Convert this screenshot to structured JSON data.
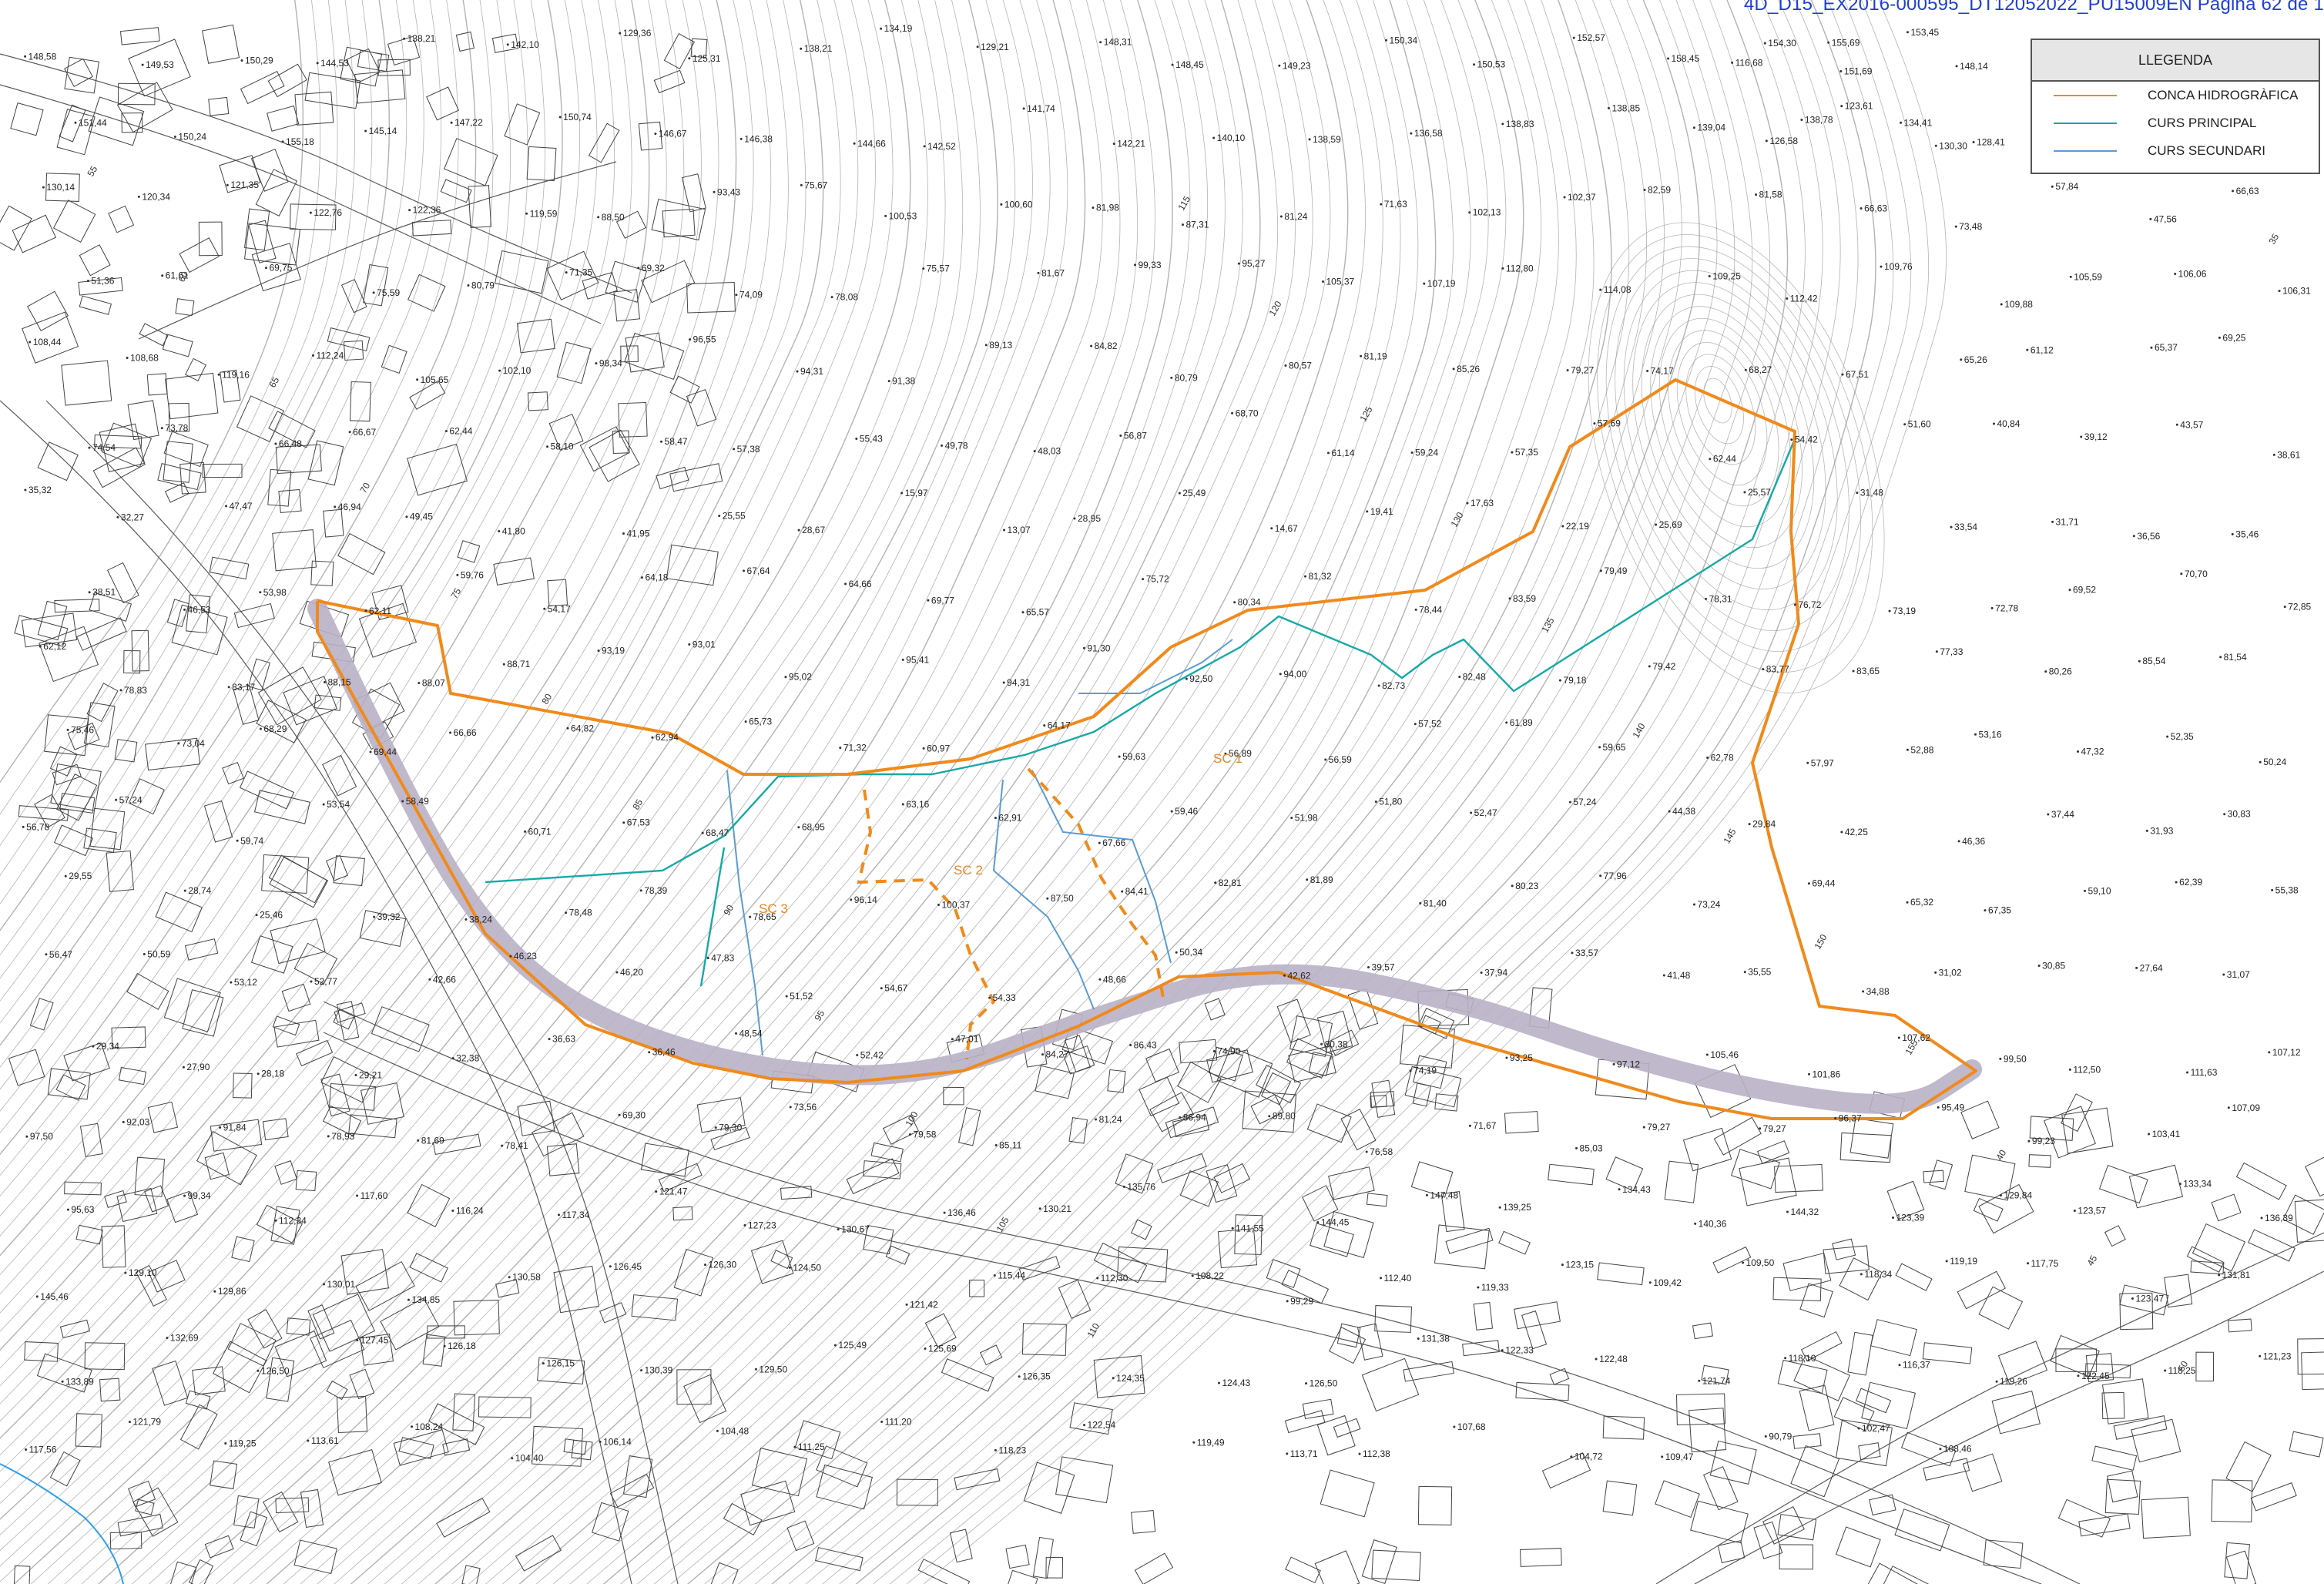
{
  "header": {
    "code": "4D_D15_EX2016-000595_DT12052022_PU15009EN Pàgina 62 de 1"
  },
  "legend": {
    "title": "LLEGENDA",
    "items": [
      {
        "label": "CONCA HIDROGRÀFICA",
        "color": "#f08a1c"
      },
      {
        "label": "CURS PRINCIPAL",
        "color": "#17a9a6"
      },
      {
        "label": "CURS SECUNDARI",
        "color": "#5b9bd5"
      }
    ]
  },
  "colors": {
    "basin": "#f08a1c",
    "main_course": "#17a9a6",
    "secondary_course": "#5b9bd5",
    "road_band": "#b9b1c6",
    "contour": "#9a9a9a",
    "sea": "#2a9df4"
  },
  "subbasin_labels": [
    "SC 1",
    "SC 2",
    "SC 3"
  ],
  "elevation_points": [
    "148,58",
    "149,53",
    "150,29",
    "144,53",
    "138,21",
    "142,10",
    "129,36",
    "125,31",
    "138,21",
    "134,19",
    "129,21",
    "148,31",
    "148,45",
    "149,23",
    "150,34",
    "150,53",
    "152,57",
    "158,45",
    "154,30",
    "151,69",
    "148,14",
    "116,68",
    "155,69",
    "153,45",
    "151,44",
    "150,24",
    "155,18",
    "145,14",
    "147,22",
    "150,74",
    "146,67",
    "146,38",
    "144,66",
    "142,52",
    "141,74",
    "142,21",
    "140,10",
    "138,59",
    "136,58",
    "138,83",
    "138,85",
    "139,04",
    "138,78",
    "134,41",
    "128,41",
    "126,58",
    "123,61",
    "130,30",
    "130,14",
    "120,34",
    "121,35",
    "122,76",
    "122,36",
    "119,59",
    "88,50",
    "93,43",
    "75,67",
    "100,53",
    "100,60",
    "81,98",
    "87,31",
    "81,24",
    "71,63",
    "102,13",
    "102,37",
    "82,59",
    "81,58",
    "66,63",
    "73,48",
    "57,84",
    "47,56",
    "66,63",
    "51,36",
    "61,61",
    "69,75",
    "75,59",
    "80,79",
    "71,35",
    "69,32",
    "74,09",
    "78,08",
    "75,57",
    "81,67",
    "99,33",
    "95,27",
    "105,37",
    "107,19",
    "112,80",
    "114,08",
    "109,25",
    "112,42",
    "109,76",
    "109,88",
    "105,59",
    "106,06",
    "106,31",
    "108,44",
    "108,68",
    "119,16",
    "112,24",
    "105,65",
    "102,10",
    "98,34",
    "96,55",
    "94,31",
    "91,38",
    "89,13",
    "84,82",
    "80,79",
    "80,57",
    "81,19",
    "85,26",
    "79,27",
    "74,17",
    "68,27",
    "67,51",
    "65,26",
    "61,12",
    "65,37",
    "69,25",
    "74,54",
    "73,78",
    "66,48",
    "66,67",
    "62,44",
    "58,10",
    "58,47",
    "57,38",
    "55,43",
    "49,78",
    "48,03",
    "56,87",
    "68,70",
    "61,14",
    "59,24",
    "57,35",
    "57,69",
    "62,44",
    "54,42",
    "51,60",
    "40,84",
    "39,12",
    "43,57",
    "38,61",
    "35,32",
    "32,27",
    "47,47",
    "46,94",
    "49,45",
    "41,80",
    "41,95",
    "25,55",
    "28,67",
    "15,97",
    "13,07",
    "28,95",
    "25,49",
    "14,67",
    "19,41",
    "17,63",
    "22,19",
    "25,69",
    "25,57",
    "31,48",
    "33,54",
    "31,71",
    "36,56",
    "35,46",
    "38,51",
    "46,53",
    "53,98",
    "62,11",
    "59,76",
    "54,17",
    "64,18",
    "67,64",
    "64,66",
    "69,77",
    "65,57",
    "75,72",
    "80,34",
    "81,32",
    "78,44",
    "83,59",
    "79,49",
    "78,31",
    "76,72",
    "73,19",
    "72,78",
    "69,52",
    "70,70",
    "72,85",
    "62,12",
    "78,83",
    "83,17",
    "88,15",
    "88,07",
    "88,71",
    "93,19",
    "93,01",
    "95,02",
    "95,41",
    "94,31",
    "91,30",
    "92,50",
    "94,00",
    "82,73",
    "82,48",
    "79,18",
    "79,42",
    "83,77",
    "83,65",
    "77,33",
    "80,26",
    "85,54",
    "81,54",
    "75,46",
    "73,04",
    "68,29",
    "69,44",
    "66,66",
    "64,82",
    "62,94",
    "65,73",
    "71,32",
    "60,97",
    "64,17",
    "59,63",
    "56,89",
    "56,59",
    "57,52",
    "61,89",
    "59,65",
    "62,78",
    "57,97",
    "52,88",
    "53,16",
    "47,32",
    "52,35",
    "50,24",
    "56,78",
    "57,24",
    "59,74",
    "53,54",
    "58,49",
    "60,71",
    "67,53",
    "68,47",
    "68,95",
    "63,16",
    "62,91",
    "67,66",
    "59,46",
    "51,98",
    "51,80",
    "52,47",
    "57,24",
    "44,38",
    "29,84",
    "42,25",
    "46,36",
    "37,44",
    "31,93",
    "30,83",
    "29,55",
    "28,74",
    "25,46",
    "39,32",
    "38,24",
    "78,48",
    "78,39",
    "78,65",
    "96,14",
    "100,37",
    "87,50",
    "84,41",
    "82,81",
    "81,89",
    "81,40",
    "80,23",
    "77,96",
    "73,24",
    "69,44",
    "65,32",
    "67,35",
    "59,10",
    "62,39",
    "55,38",
    "56,47",
    "50,59",
    "53,12",
    "52,77",
    "42,66",
    "46,23",
    "46,20",
    "47,83",
    "51,52",
    "54,67",
    "54,33",
    "48,66",
    "50,34",
    "42,62",
    "39,57",
    "37,94",
    "33,57",
    "41,48",
    "35,55",
    "34,88",
    "31,02",
    "30,85",
    "27,64",
    "31,07",
    "29,34",
    "27,90",
    "28,18",
    "29,21",
    "32,38",
    "36,63",
    "36,46",
    "48,54",
    "52,42",
    "47,01",
    "84,27",
    "86,43",
    "74,90",
    "80,38",
    "74,19",
    "93,25",
    "97,12",
    "105,46",
    "101,86",
    "107,62",
    "99,50",
    "112,50",
    "111,63",
    "107,12",
    "97,50",
    "92,03",
    "91,84",
    "78,93",
    "81,69",
    "78,41",
    "69,30",
    "79,30",
    "73,56",
    "79,58",
    "85,11",
    "81,24",
    "86,94",
    "89,80",
    "76,58",
    "71,67",
    "85,03",
    "79,27",
    "79,27",
    "96,37",
    "95,49",
    "99,23",
    "103,41",
    "107,09",
    "95,63",
    "99,34",
    "112,34",
    "117,60",
    "116,24",
    "117,34",
    "121,47",
    "127,23",
    "130,67",
    "136,46",
    "130,21",
    "135,76",
    "141,55",
    "144,45",
    "147,48",
    "139,25",
    "134,43",
    "140,36",
    "144,32",
    "123,39",
    "129,84",
    "123,57",
    "133,34",
    "136,39",
    "145,46",
    "129,10",
    "129,86",
    "130,01",
    "134,85",
    "130,58",
    "126,45",
    "126,30",
    "124,50",
    "121,42",
    "115,44",
    "112,30",
    "108,22",
    "99,29",
    "112,40",
    "119,33",
    "123,15",
    "109,42",
    "109,50",
    "118,34",
    "119,19",
    "117,75",
    "123,47",
    "131,81",
    "133,89",
    "132,69",
    "126,50",
    "127,45",
    "126,18",
    "126,15",
    "130,39",
    "129,50",
    "125,49",
    "125,69",
    "126,35",
    "124,35",
    "124,43",
    "126,50",
    "131,38",
    "122,33",
    "122,48",
    "121,74",
    "118,10",
    "116,37",
    "119,26",
    "122,45",
    "118,25",
    "121,23",
    "117,56",
    "121,79",
    "119,25",
    "113,61",
    "108,24",
    "104,40",
    "106,14",
    "104,48",
    "111,25",
    "111,20",
    "118,23",
    "122,54",
    "119,49",
    "113,71",
    "112,38",
    "107,68",
    "104,72",
    "109,47",
    "90,79",
    "102,47",
    "108,46"
  ],
  "contour_labels": [
    "55",
    "60",
    "65",
    "70",
    "75",
    "80",
    "85",
    "90",
    "95",
    "100",
    "105",
    "110",
    "115",
    "120",
    "125",
    "130",
    "135",
    "140",
    "145",
    "150",
    "155",
    "40",
    "45",
    "50",
    "35"
  ]
}
